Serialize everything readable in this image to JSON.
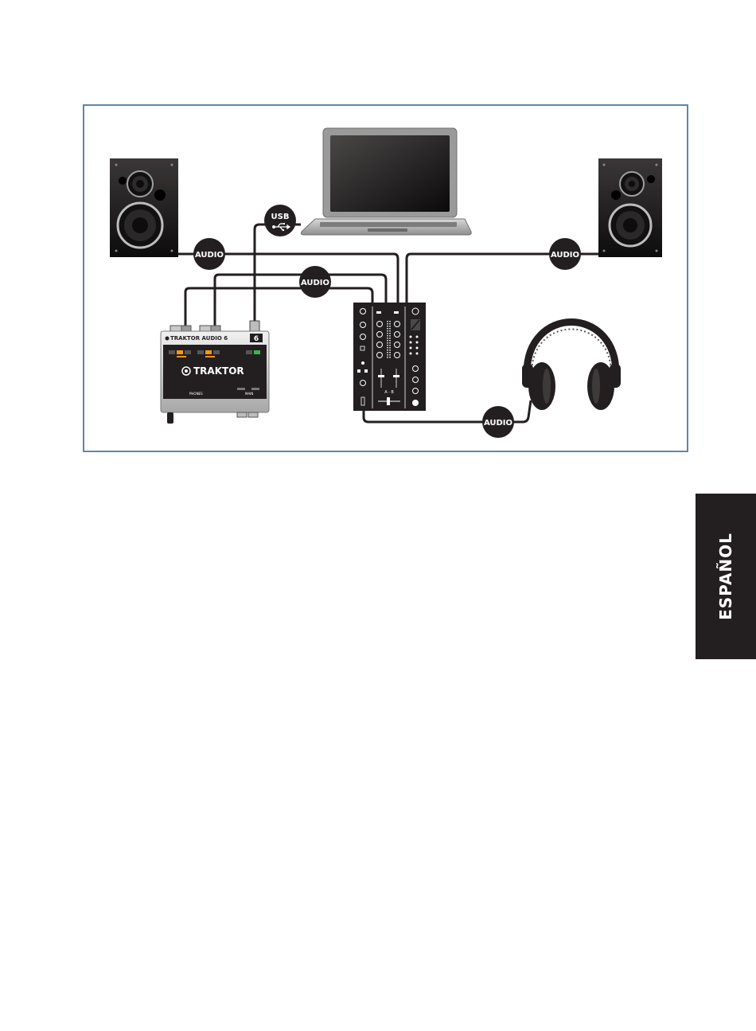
{
  "diagram": {
    "labels": {
      "audio_left_speaker": "AUDIO",
      "audio_right_speaker": "AUDIO",
      "audio_interface": "AUDIO",
      "audio_headphones": "AUDIO",
      "usb": "USB"
    },
    "interface": {
      "brand_top": "TRAKTOR AUDIO 6",
      "model_badge": "6",
      "brand_main": "TRAKTOR",
      "phones_label": "PHONES",
      "main_label": "MAIN"
    },
    "colors": {
      "frame_border": "#5f86a8",
      "cable": "#231f20",
      "device_dark": "#231f20",
      "interface_highlight": "#f7941d",
      "interface_led_green": "#39b54a"
    }
  },
  "sidebar_tab": {
    "label": "ESPAÑOL"
  }
}
